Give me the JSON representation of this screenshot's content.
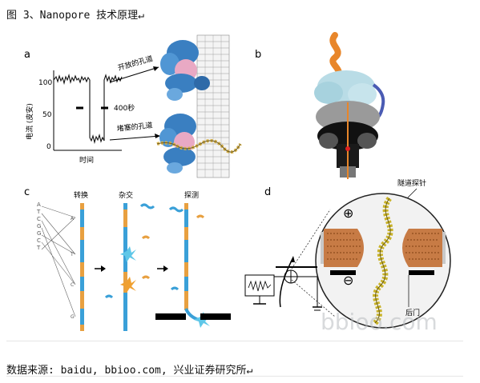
{
  "document": {
    "caption": "图 3、Nanopore 技术原理↵",
    "source": "数据来源: baidu, bbioo.com, 兴业证券研究所↵"
  },
  "panel_a": {
    "letter": "a",
    "y_label": "电流 (皮安)",
    "x_label": "时间",
    "y_ticks": [
      "100",
      "50",
      "0"
    ],
    "duration_label": "400秒",
    "open_label": "开放的孔道",
    "blocked_label": "堵塞的孔道"
  },
  "panel_b": {
    "letter": "b"
  },
  "panel_c": {
    "letter": "c",
    "steps": [
      "转换",
      "杂交",
      "探测"
    ],
    "sequence": [
      "A",
      "T",
      "C",
      "G",
      "G",
      "C",
      "T"
    ],
    "marks": [
      "A",
      "T",
      "C",
      "G"
    ]
  },
  "panel_d": {
    "letter": "d",
    "probe_label": "隧道探针",
    "plus": "⊕",
    "minus": "⊖",
    "gate_label": "后门",
    "watermark": "bbioo.com"
  }
}
